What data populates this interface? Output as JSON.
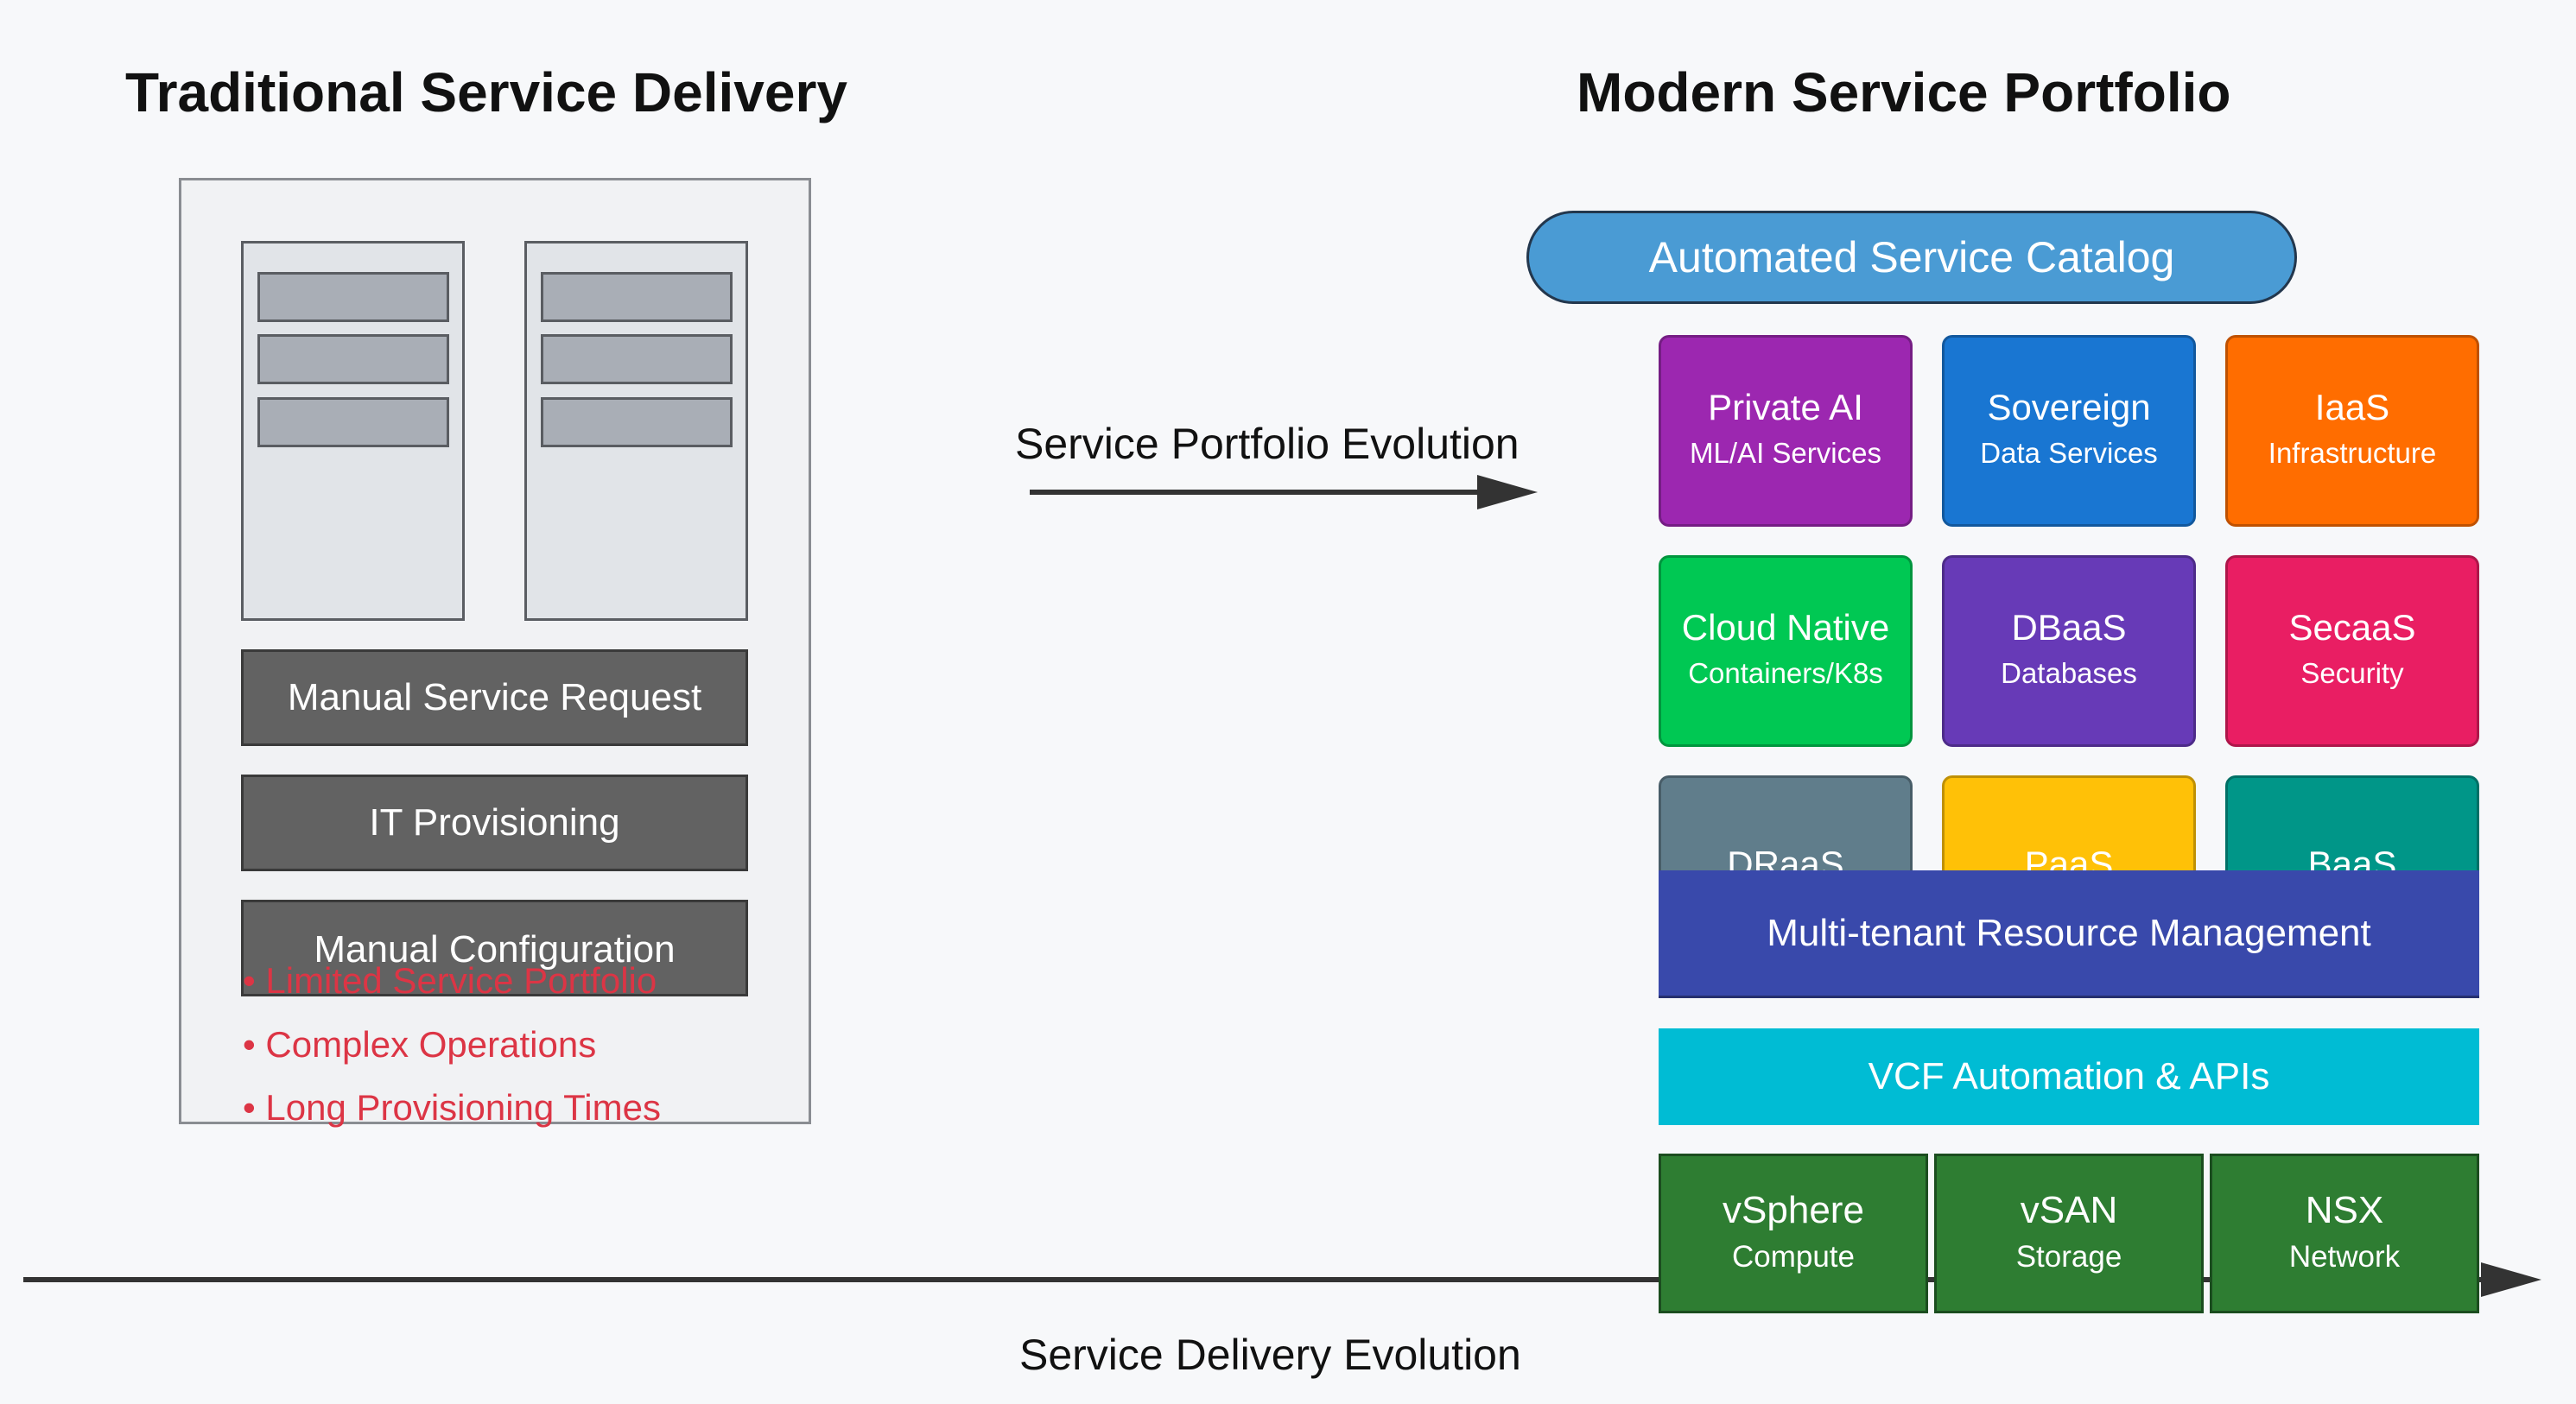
{
  "left": {
    "title": "Traditional Service Delivery",
    "process_steps": [
      "Manual Service Request",
      "IT Provisioning",
      "Manual Configuration"
    ],
    "issues": [
      "• Limited Service Portfolio",
      "• Complex Operations",
      "• Long Provisioning Times"
    ]
  },
  "right": {
    "title": "Modern Service Portfolio",
    "catalog": "Automated Service Catalog",
    "services": [
      {
        "name": "Private AI",
        "desc": "ML/AI Services",
        "color": "#9c27b0"
      },
      {
        "name": "Sovereign",
        "desc": "Data Services",
        "color": "#1976d2"
      },
      {
        "name": "IaaS",
        "desc": "Infrastructure",
        "color": "#ff6d00"
      },
      {
        "name": "Cloud Native",
        "desc": "Containers/K8s",
        "color": "#00c853"
      },
      {
        "name": "DBaaS",
        "desc": "Databases",
        "color": "#673ab7"
      },
      {
        "name": "SecaaS",
        "desc": "Security",
        "color": "#e91e63"
      },
      {
        "name": "DRaaS",
        "desc": "",
        "color": "#607d8b"
      },
      {
        "name": "PaaS",
        "desc": "",
        "color": "#ffc107"
      },
      {
        "name": "BaaS",
        "desc": "",
        "color": "#009688"
      }
    ],
    "resource_layer": "Multi-tenant Resource Management",
    "automation_layer": "VCF Automation & APIs",
    "foundation": [
      {
        "name": "vSphere",
        "desc": "Compute"
      },
      {
        "name": "vSAN",
        "desc": "Storage"
      },
      {
        "name": "NSX",
        "desc": "Network"
      }
    ]
  },
  "arrows": {
    "portfolio": "Service Portfolio Evolution",
    "delivery": "Service Delivery Evolution"
  },
  "colors": {
    "catalog": "#4a9bd4",
    "resource_layer": "#3949ab",
    "automation_layer": "#00bcd4",
    "foundation": "#2e7d32",
    "issue_text": "#dc3545"
  }
}
